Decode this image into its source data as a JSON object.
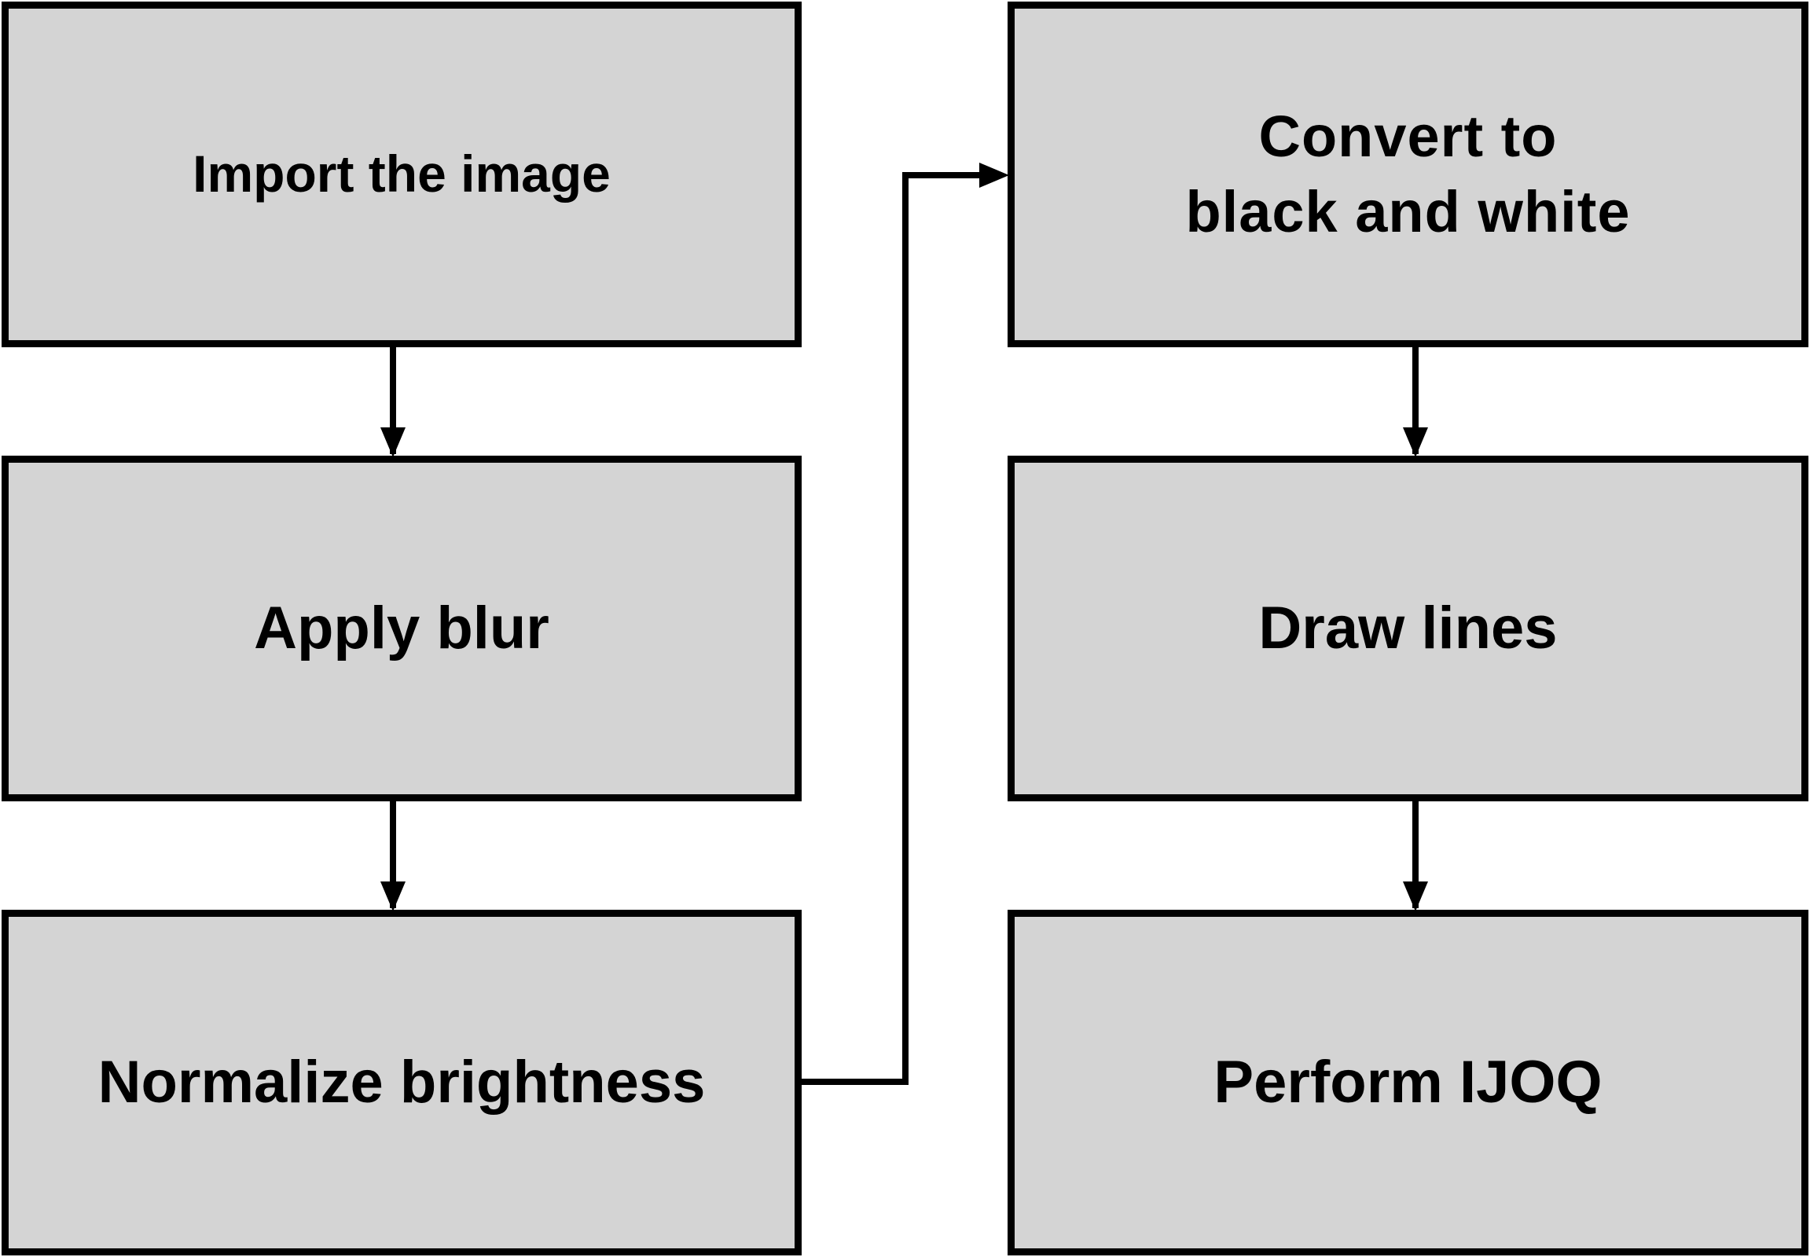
{
  "diagram": {
    "steps": [
      {
        "id": "import",
        "label": "Import the image"
      },
      {
        "id": "blur",
        "label": "Apply blur"
      },
      {
        "id": "normalize",
        "label": "Normalize brightness"
      },
      {
        "id": "convert",
        "label": "Convert to\nblack and white"
      },
      {
        "id": "draw",
        "label": "Draw lines"
      },
      {
        "id": "ijoq",
        "label": "Perform IJOQ"
      }
    ],
    "connections": [
      {
        "from": "import",
        "to": "blur"
      },
      {
        "from": "blur",
        "to": "normalize"
      },
      {
        "from": "normalize",
        "to": "convert"
      },
      {
        "from": "convert",
        "to": "draw"
      },
      {
        "from": "draw",
        "to": "ijoq"
      }
    ],
    "colors": {
      "box_fill": "#d4d4d4",
      "stroke": "#000000",
      "background": "#ffffff"
    }
  }
}
